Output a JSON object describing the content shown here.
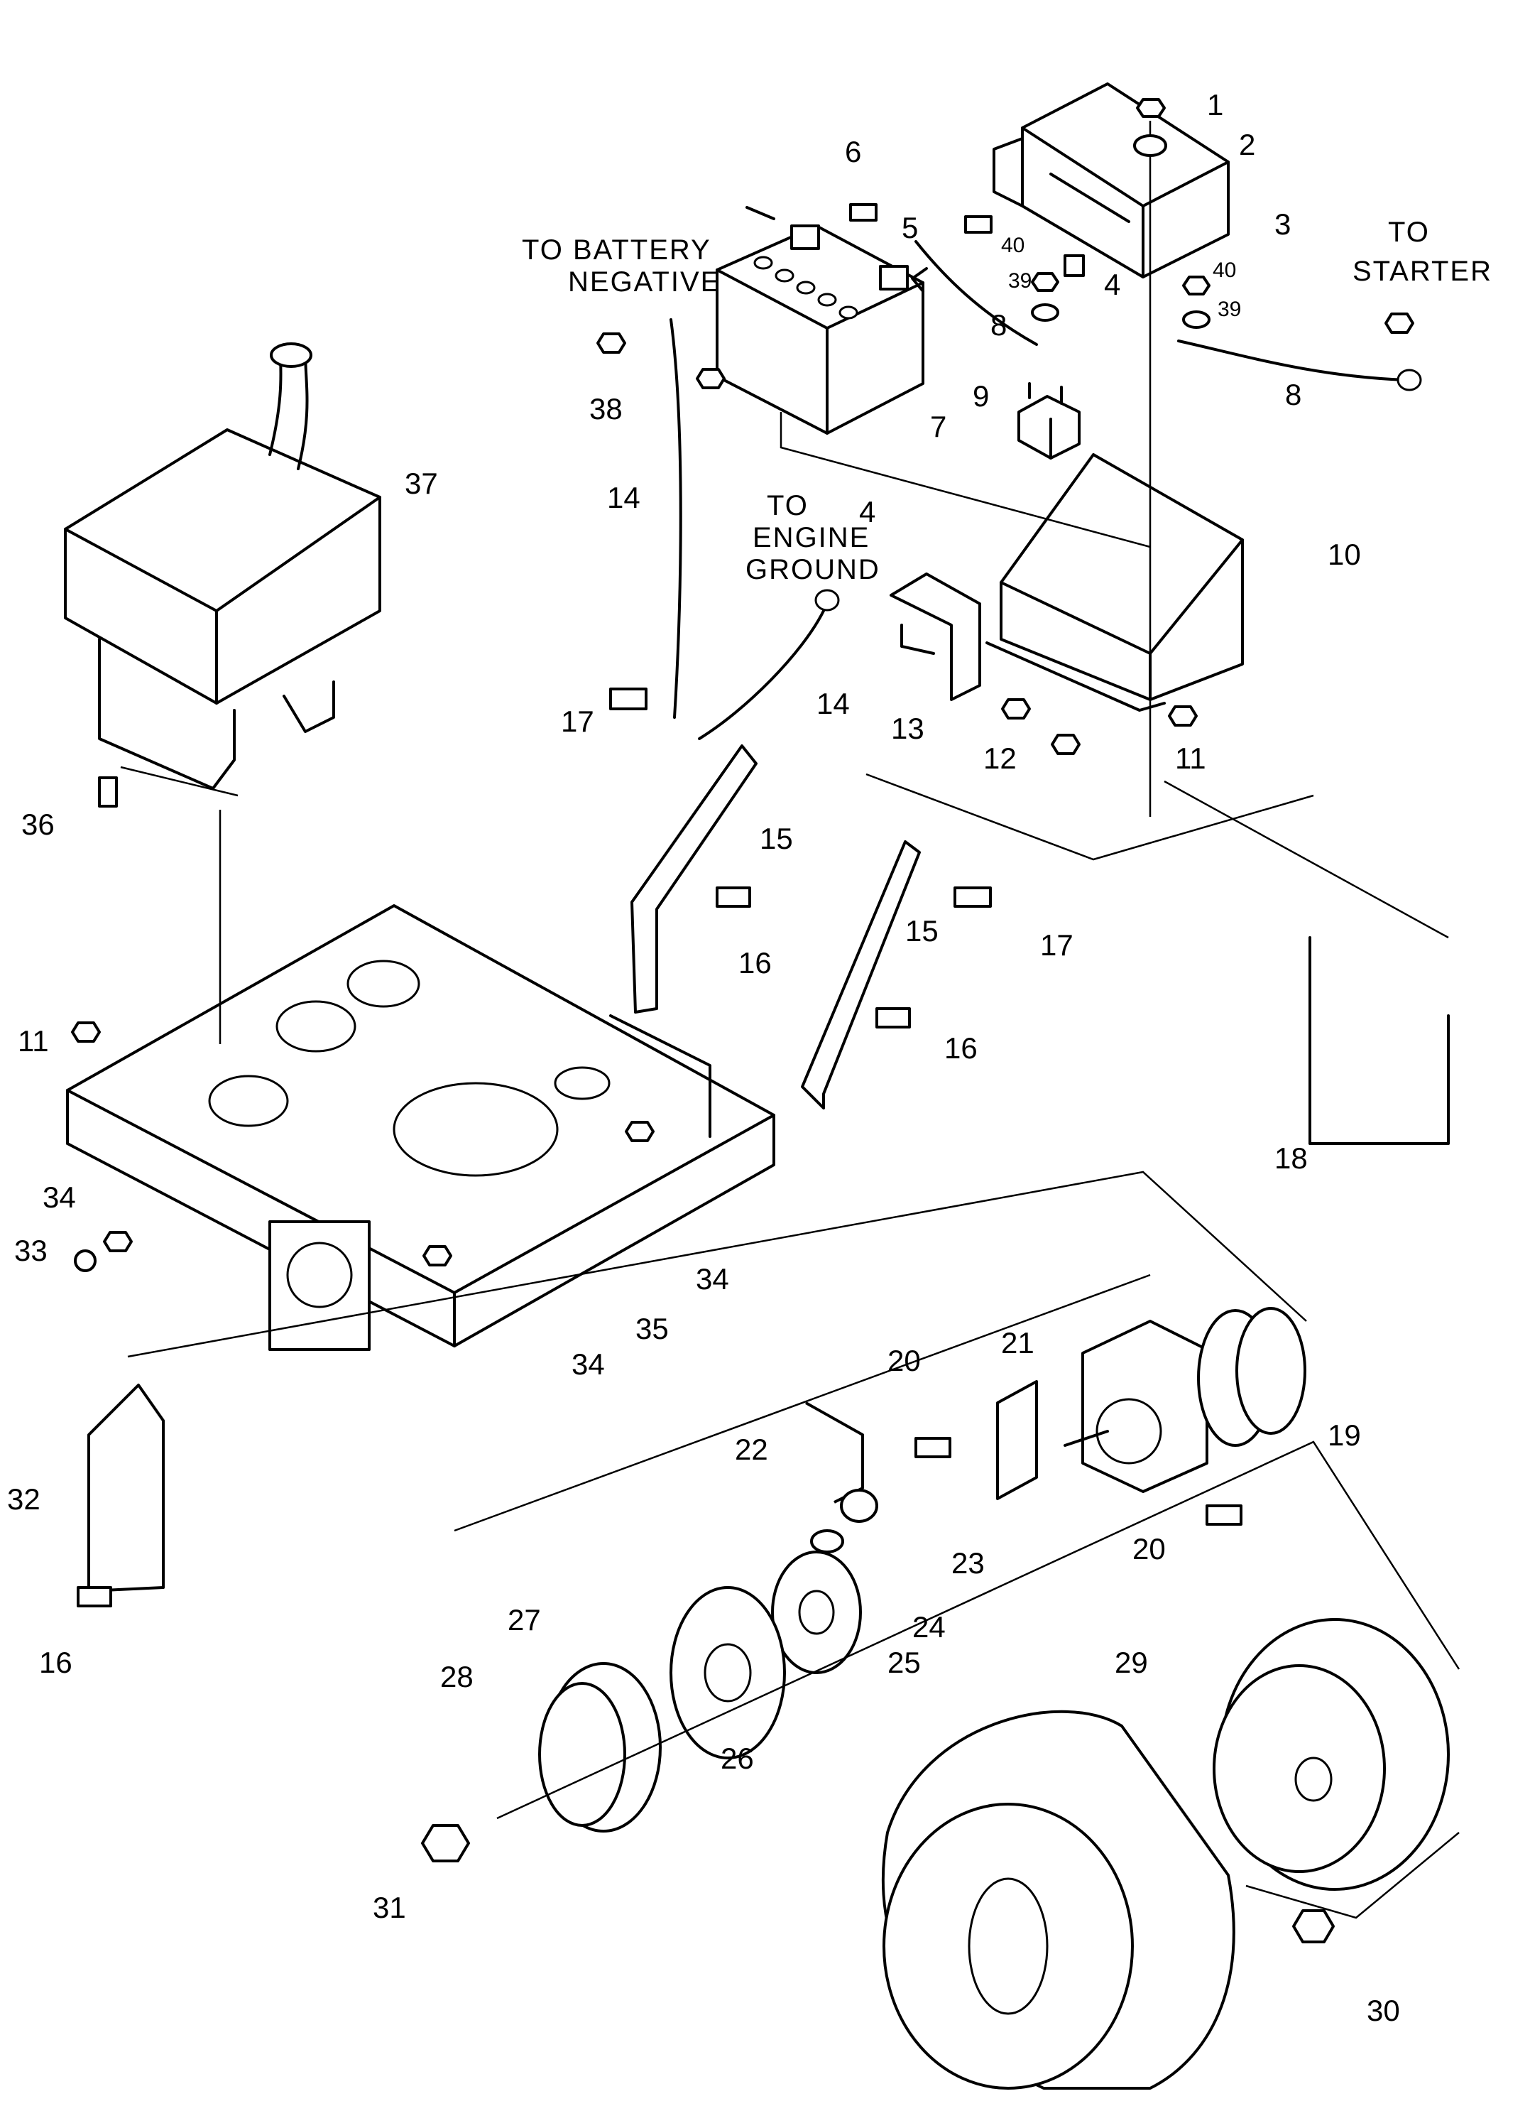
{
  "notes": {
    "battery_negative": [
      "TO BATTERY",
      "NEGATIVE"
    ],
    "starter": [
      "TO",
      "STARTER"
    ],
    "engine_ground": [
      "TO",
      "ENGINE",
      "GROUND"
    ]
  },
  "callouts": [
    "1",
    "2",
    "3",
    "4",
    "5",
    "6",
    "7",
    "8",
    "9",
    "10",
    "11",
    "12",
    "13",
    "14",
    "15",
    "16",
    "17",
    "18",
    "19",
    "20",
    "21",
    "22",
    "23",
    "24",
    "25",
    "26",
    "27",
    "28",
    "29",
    "30",
    "31",
    "32",
    "33",
    "34",
    "35",
    "36",
    "37",
    "38",
    "39",
    "40"
  ]
}
